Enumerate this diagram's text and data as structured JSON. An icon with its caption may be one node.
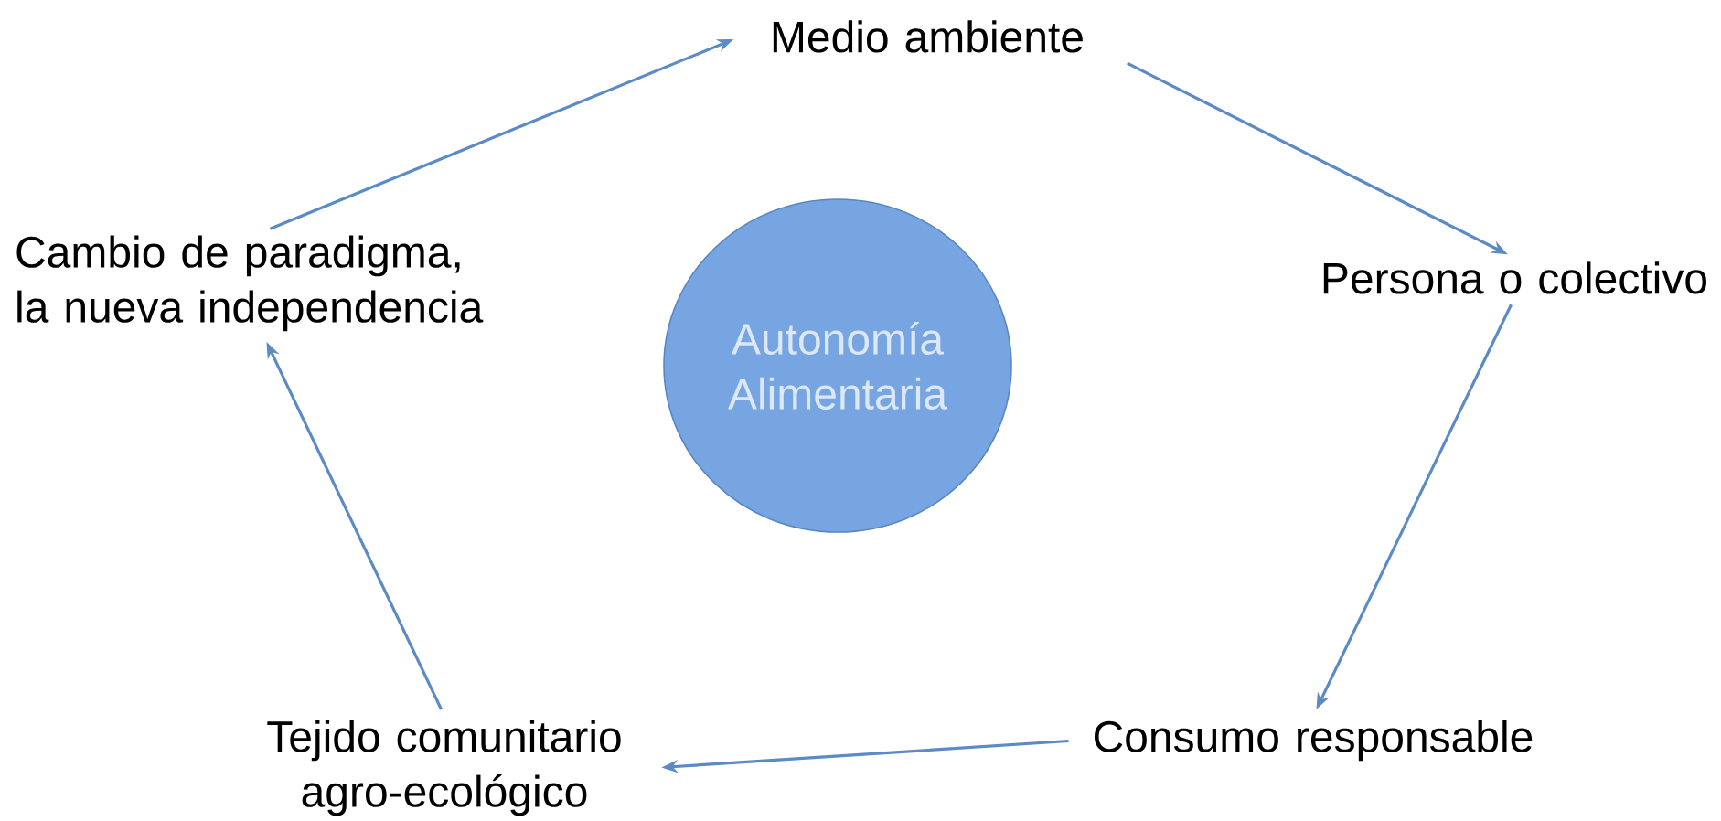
{
  "diagram": {
    "nodes": [
      {
        "text": [
          "Autonomía Alimentaria"
        ]
      },
      {
        "text": [
          "Medio ambiente"
        ]
      },
      {
        "text": [
          "Persona o colectivo"
        ]
      },
      {
        "text": [
          "Consumo responsable"
        ]
      },
      {
        "text": [
          "Tejido comunitario agro-ecológico"
        ]
      },
      {
        "text": [
          "Cambio de paradigma, la nueva independencia"
        ]
      }
    ],
    "edges": [
      {
        "from": 1,
        "to": 2,
        "arrow": "to"
      },
      {
        "from": 2,
        "to": 3,
        "arrow": "to"
      },
      {
        "from": 3,
        "to": 4,
        "arrow": "to"
      },
      {
        "from": 4,
        "to": 5,
        "arrow": "to"
      },
      {
        "from": 5,
        "to": 1,
        "arrow": "to"
      }
    ]
  }
}
